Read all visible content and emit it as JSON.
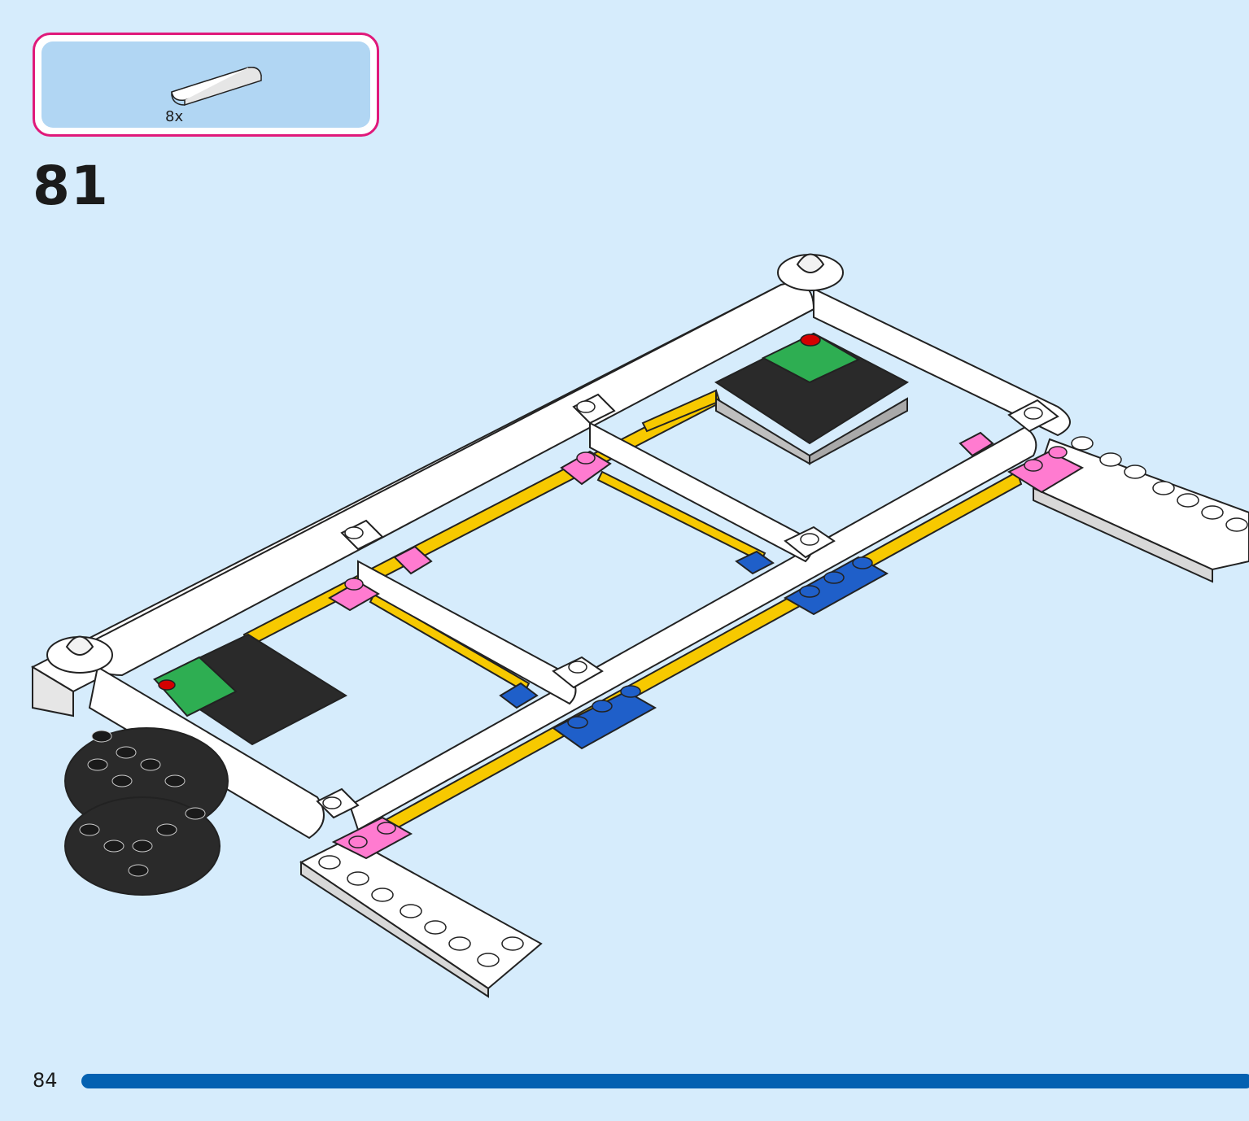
{
  "parts_callout": {
    "border_color": "#e0197a",
    "background_color": "#b1d6f3",
    "part": {
      "icon": "white-rounded-tile-icon",
      "quantity": "8x"
    }
  },
  "step": {
    "number": "81"
  },
  "model": {
    "icon": "assembly-illustration"
  },
  "footer": {
    "page_number": "84",
    "progress_color": "#0461b1"
  }
}
